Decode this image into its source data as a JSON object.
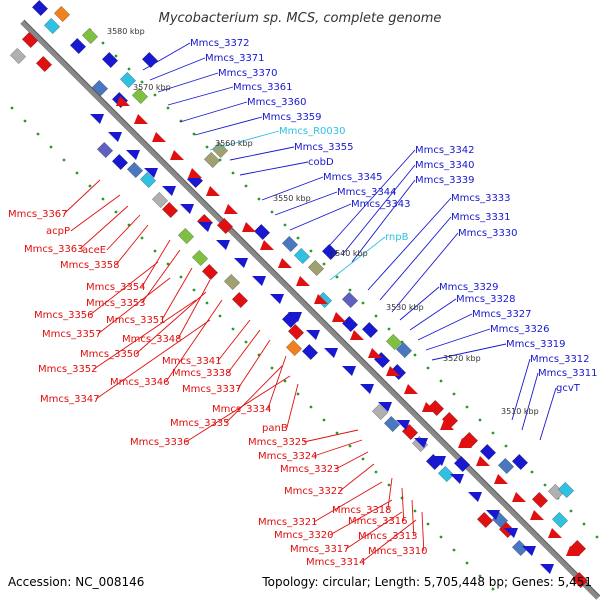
{
  "title": "Mycobacterium sp. MCS, complete genome",
  "accession": "Accession: NC_008146",
  "topology": "Topology: circular; Length: 5,705,448 bp; Genes: 5,451",
  "colors": {
    "red": "#e01010",
    "blue": "#1818d0",
    "cyan": "#30c0e0",
    "backbone": "#888888",
    "tick": "#2a9a2a"
  },
  "kbp_marks": [
    "3580 kbp",
    "3570 kbp",
    "3560 kbp",
    "3550 kbp",
    "3540 kbp",
    "3530 kbp",
    "3520 kbp",
    "3510 kbp"
  ],
  "blue_labels": [
    "Mmcs_3372",
    "Mmcs_3371",
    "Mmcs_3370",
    "Mmcs_3361",
    "Mmcs_3360",
    "Mmcs_3359",
    "Mmcs_R0030",
    "Mmcs_3355",
    "cobD",
    "Mmcs_3345",
    "Mmcs_3344",
    "Mmcs_3343",
    "Mmcs_3342",
    "Mmcs_3340",
    "Mmcs_3339",
    "rnpB",
    "Mmcs_3333",
    "Mmcs_3331",
    "Mmcs_3330",
    "Mmcs_3329",
    "Mmcs_3328",
    "Mmcs_3327",
    "Mmcs_3326",
    "Mmcs_3319",
    "Mmcs_3312",
    "Mmcs_3311",
    "gcvT"
  ],
  "red_labels": [
    "Mmcs_3367",
    "acpP",
    "Mmcs_3363",
    "aceE",
    "Mmcs_3358",
    "Mmcs_3354",
    "Mmcs_3353",
    "Mmcs_3356",
    "Mmcs_3351",
    "Mmcs_3357",
    "Mmcs_3348",
    "Mmcs_3350",
    "Mmcs_3352",
    "Mmcs_3346",
    "Mmcs_3341",
    "Mmcs_3338",
    "Mmcs_3337",
    "Mmcs_3347",
    "Mmcs_3334",
    "Mmcs_3335",
    "Mmcs_3336",
    "panB",
    "Mmcs_3325",
    "Mmcs_3324",
    "Mmcs_3323",
    "Mmcs_3322",
    "Mmcs_3318",
    "Mmcs_3321",
    "Mmcs_3316",
    "Mmcs_3320",
    "Mmcs_3313",
    "Mmcs_3317",
    "Mmcs_3310",
    "Mmcs_3314"
  ]
}
